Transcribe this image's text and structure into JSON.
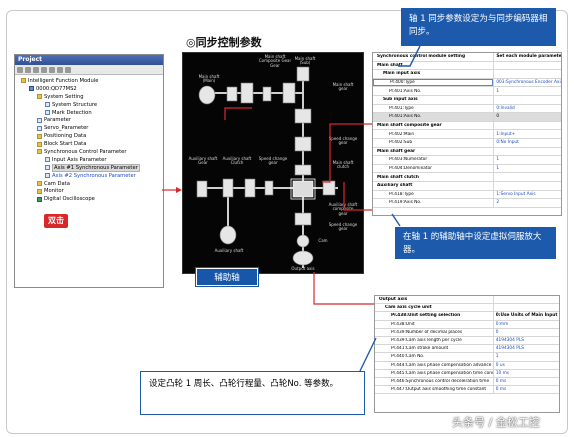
{
  "diagram": {
    "title": "◎同步控制参数",
    "labels": {
      "main_shaft_main": "Main shaft\n(Main)",
      "main_shaft_composite": "Main shaft\nComposite Gear\nGear",
      "main_shaft_sub": "Main shaft\n(Sub)",
      "main_shaft_gear": "Main shaft\ngear",
      "speed_change_gear_1": "Speed change\ngear",
      "aux_shaft_gear": "Auxiliary shaft\nGear",
      "aux_shaft_clutch": "Auxiliary shaft\nClutch",
      "speed_change_gear_2": "Speed change\ngear",
      "main_shaft_clutch": "Main shaft\nclutch",
      "aux_shaft_composite": "Auxiliary shaft\ncomposite\ngear",
      "aux_shaft": "Auxiliary shaft",
      "speed_change_gear_3": "Speed change\ngear",
      "cam": "Cam",
      "output_axis": "Output axis"
    }
  },
  "project": {
    "title": "Project",
    "tree": [
      {
        "label": "Intelligent Function Module",
        "level": 0,
        "icon": "folder"
      },
      {
        "label": "0000:QD77MS2",
        "level": 1,
        "icon": "cpu"
      },
      {
        "label": "System Setting",
        "level": 2,
        "icon": "folder"
      },
      {
        "label": "System Structure",
        "level": 3,
        "icon": "doc"
      },
      {
        "label": "Mark Detection",
        "level": 3,
        "icon": "doc"
      },
      {
        "label": "Parameter",
        "level": 2,
        "icon": "doc"
      },
      {
        "label": "Servo_Parameter",
        "level": 2,
        "icon": "doc"
      },
      {
        "label": "Positioning Data",
        "level": 2,
        "icon": "folder"
      },
      {
        "label": "Block Start Data",
        "level": 2,
        "icon": "folder"
      },
      {
        "label": "Synchronous Control Parameter",
        "level": 2,
        "icon": "folder"
      },
      {
        "label": "Input Axis Parameter",
        "level": 3,
        "icon": "doc"
      },
      {
        "label": "Axis #1 Synchronous Parameter",
        "level": 3,
        "icon": "doc",
        "selected": true
      },
      {
        "label": "Axis #2 Synchronous Parameter",
        "level": 3,
        "icon": "doc",
        "blue": true
      },
      {
        "label": "Cam Data",
        "level": 2,
        "icon": "folder"
      },
      {
        "label": "Monitor",
        "level": 2,
        "icon": "folder"
      },
      {
        "label": "Digital Oscilloscope",
        "level": 2,
        "icon": "scope"
      }
    ],
    "double_click_label": "双击"
  },
  "callouts": {
    "top": "轴 1 同步参数设定为与同步编码器相同步。",
    "aux": "在轴 1 的辅助轴中设定虚拟伺服放大器。",
    "cam": "设定凸轮 1 周长、凸轮行程量、凸轮No. 等参数。",
    "aux_axis_box": "辅助轴"
  },
  "table_top": {
    "rows": [
      {
        "c1": "Synchronous control module setting",
        "c2": "Set each module parameter.",
        "style": "h"
      },
      {
        "c1": "Main shaft",
        "c2": "",
        "style": "h"
      },
      {
        "c1": "Main input axis",
        "c2": "",
        "style": "h i2"
      },
      {
        "c1": "Pr.400:Type",
        "c2": "003:Synchronous Encoder Axis",
        "style": "i3 hl"
      },
      {
        "c1": "Pr.401:Axis No.",
        "c2": "1",
        "style": "i3"
      },
      {
        "c1": "Sub input axis",
        "c2": "",
        "style": "h i2"
      },
      {
        "c1": "Pr.401:Type",
        "c2": "0:Invalid",
        "style": "i3"
      },
      {
        "c1": "Pr.401:Axis No.",
        "c2": "0",
        "style": "i3 g"
      },
      {
        "c1": "Main shaft composite gear",
        "c2": "",
        "style": "h"
      },
      {
        "c1": "Pr.402:Main",
        "c2": "1:Input+",
        "style": "i3"
      },
      {
        "c1": "Pr.402:Sub",
        "c2": "0:No Input",
        "style": "i3"
      },
      {
        "c1": "Main shaft gear",
        "c2": "",
        "style": "h"
      },
      {
        "c1": "Pr.403:Numerator",
        "c2": "1",
        "style": "i3"
      },
      {
        "c1": "Pr.404:Denominator",
        "c2": "1",
        "style": "i3"
      },
      {
        "c1": "Main shaft clutch",
        "c2": "",
        "style": "h"
      },
      {
        "c1": "Auxiliary shaft",
        "c2": "",
        "style": "h"
      },
      {
        "c1": "Pr.418:Type",
        "c2": "1:Servo Input Axis",
        "style": "i3"
      },
      {
        "c1": "Pr.419:Axis No.",
        "c2": "2",
        "style": "i3"
      }
    ]
  },
  "table_bottom": {
    "rows": [
      {
        "c1": "Output axis",
        "c2": "",
        "style": "h"
      },
      {
        "c1": "Cam axis cycle unit",
        "c2": "",
        "style": "h i2"
      },
      {
        "c1": "Pr.438:Unit setting selection",
        "c2": "0:Use Units of Main Input Pos",
        "style": "h i3"
      },
      {
        "c1": "Pr.438:Unit",
        "c2": "0:mm",
        "style": "i3"
      },
      {
        "c1": "Pr.439:Number of decimal places",
        "c2": "0",
        "style": "i3"
      },
      {
        "c1": "Pr.439:Cam axis length per cycle",
        "c2": "4194304 PLS",
        "style": "i3"
      },
      {
        "c1": "Pr.441:Cam stroke amount",
        "c2": "4194304 PLS",
        "style": "i3"
      },
      {
        "c1": "Pr.440:Cam No.",
        "c2": "1",
        "style": "i3"
      },
      {
        "c1": "Pr.444:Cam axis phase compensation advance time",
        "c2": "0 us",
        "style": "i3"
      },
      {
        "c1": "Pr.445:Cam axis phase compensation time constant",
        "c2": "10 ms",
        "style": "i3"
      },
      {
        "c1": "Pr.446:Synchronous control deceleration time",
        "c2": "0 ms",
        "style": "i3"
      },
      {
        "c1": "Pr.447:Output axis smoothing time constant",
        "c2": "0 ms",
        "style": "i3"
      }
    ]
  },
  "watermark": "头条号 / 金松工控",
  "colors": {
    "callout_blue": "#1e5aab",
    "double_click_red": "#d8282a",
    "table_value_blue": "#1a4bc4"
  }
}
